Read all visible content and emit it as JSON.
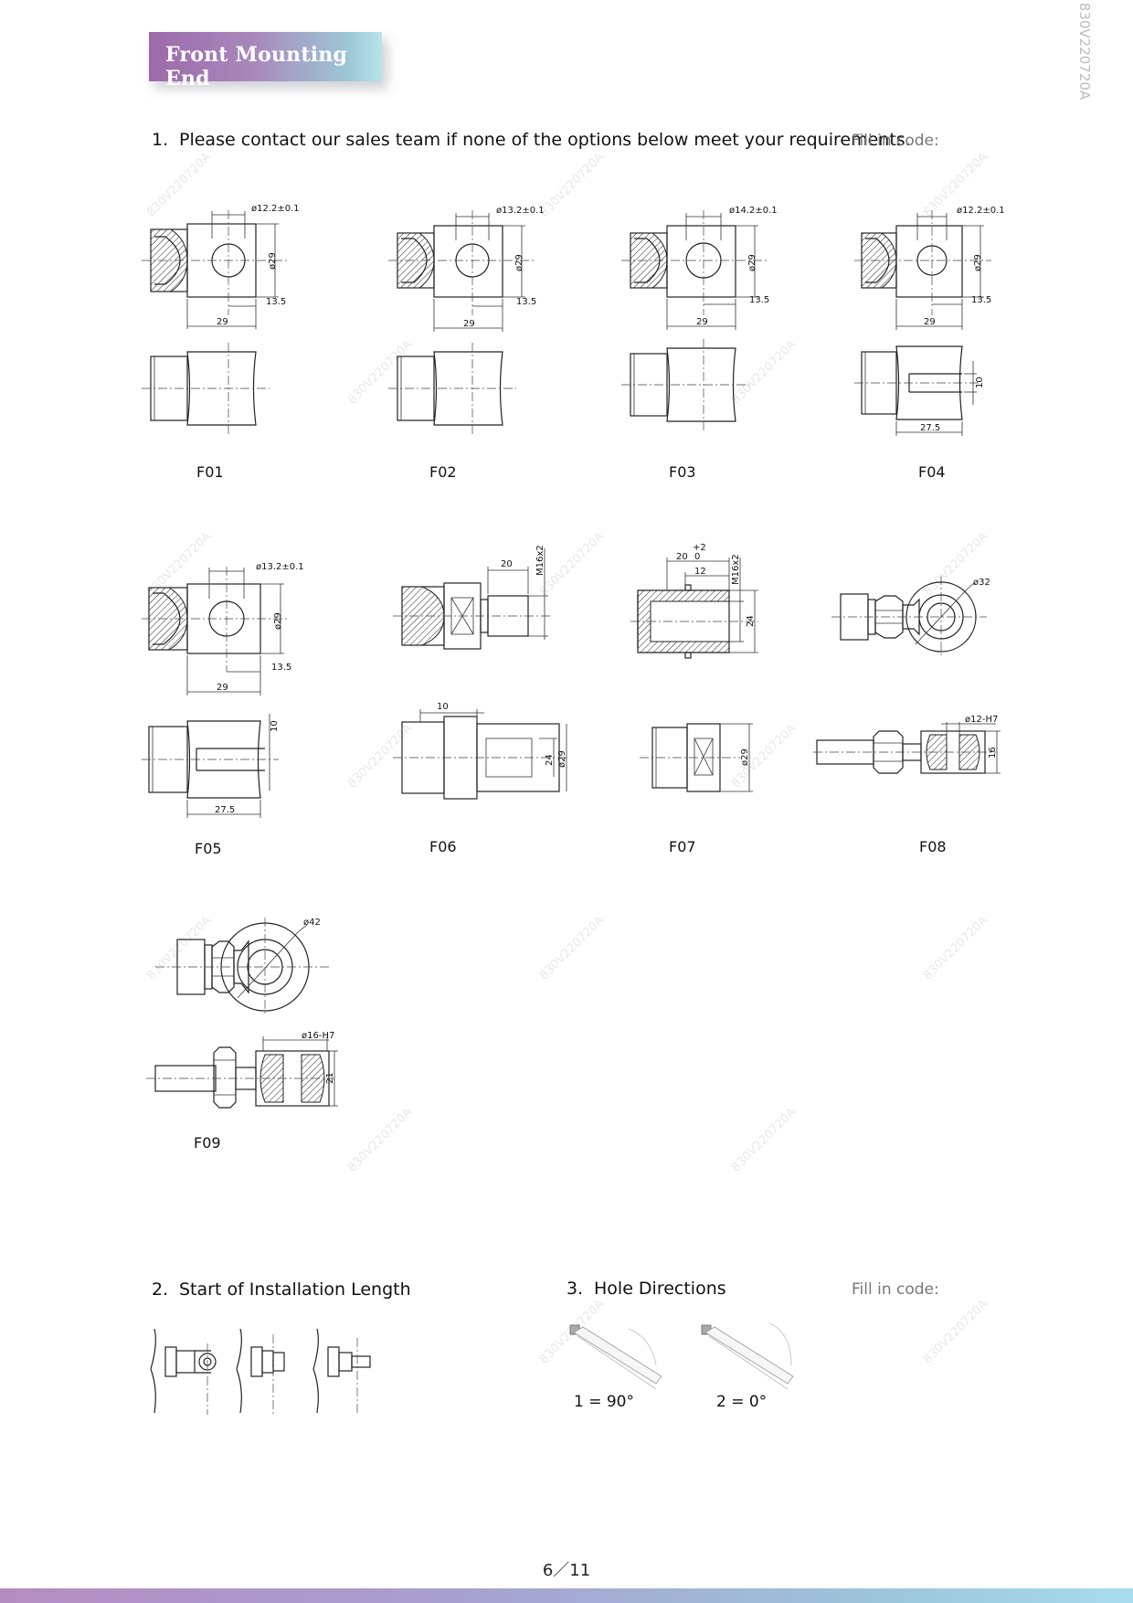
{
  "header": {
    "title": "Front Mounting End",
    "doc_code": "830V220720A",
    "accent_gradient": [
      "#9c6aa8",
      "#b8e4ea"
    ]
  },
  "section1": {
    "number": "1.",
    "text": "Please contact our sales team if none of the options below meet your requirements.",
    "fill_label": "Fill in code:"
  },
  "options": [
    {
      "code": "F01",
      "dims": [
        "ø12.2±0.1",
        "ø29",
        "13.5",
        "29"
      ]
    },
    {
      "code": "F02",
      "dims": [
        "ø13.2±0.1",
        "ø29",
        "13.5",
        "29"
      ]
    },
    {
      "code": "F03",
      "dims": [
        "ø14.2±0.1",
        "ø29",
        "13.5",
        "29"
      ]
    },
    {
      "code": "F04",
      "dims": [
        "ø12.2±0.1",
        "ø29",
        "13.5",
        "29",
        "10",
        "27.5"
      ]
    },
    {
      "code": "F05",
      "dims": [
        "ø13.2±0.1",
        "ø29",
        "13.5",
        "29",
        "10",
        "27.5"
      ]
    },
    {
      "code": "F06",
      "dims": [
        "20",
        "M16x2",
        "10",
        "24",
        "ø29"
      ]
    },
    {
      "code": "F07",
      "dims": [
        "20",
        "+2",
        "0",
        "12",
        "M16x2",
        "24",
        "ø29"
      ]
    },
    {
      "code": "F08",
      "dims": [
        "ø32",
        "ø12-H7",
        "16"
      ]
    },
    {
      "code": "F09",
      "dims": [
        "ø42",
        "ø16-H7",
        "21"
      ]
    }
  ],
  "section2": {
    "number": "2.",
    "title": "Start of Installation Length"
  },
  "section3": {
    "number": "3.",
    "title": "Hole Directions",
    "fill_label": "Fill in code:",
    "options": [
      "1 = 90°",
      "2 = 0°"
    ]
  },
  "footer": {
    "page": "6／11"
  }
}
